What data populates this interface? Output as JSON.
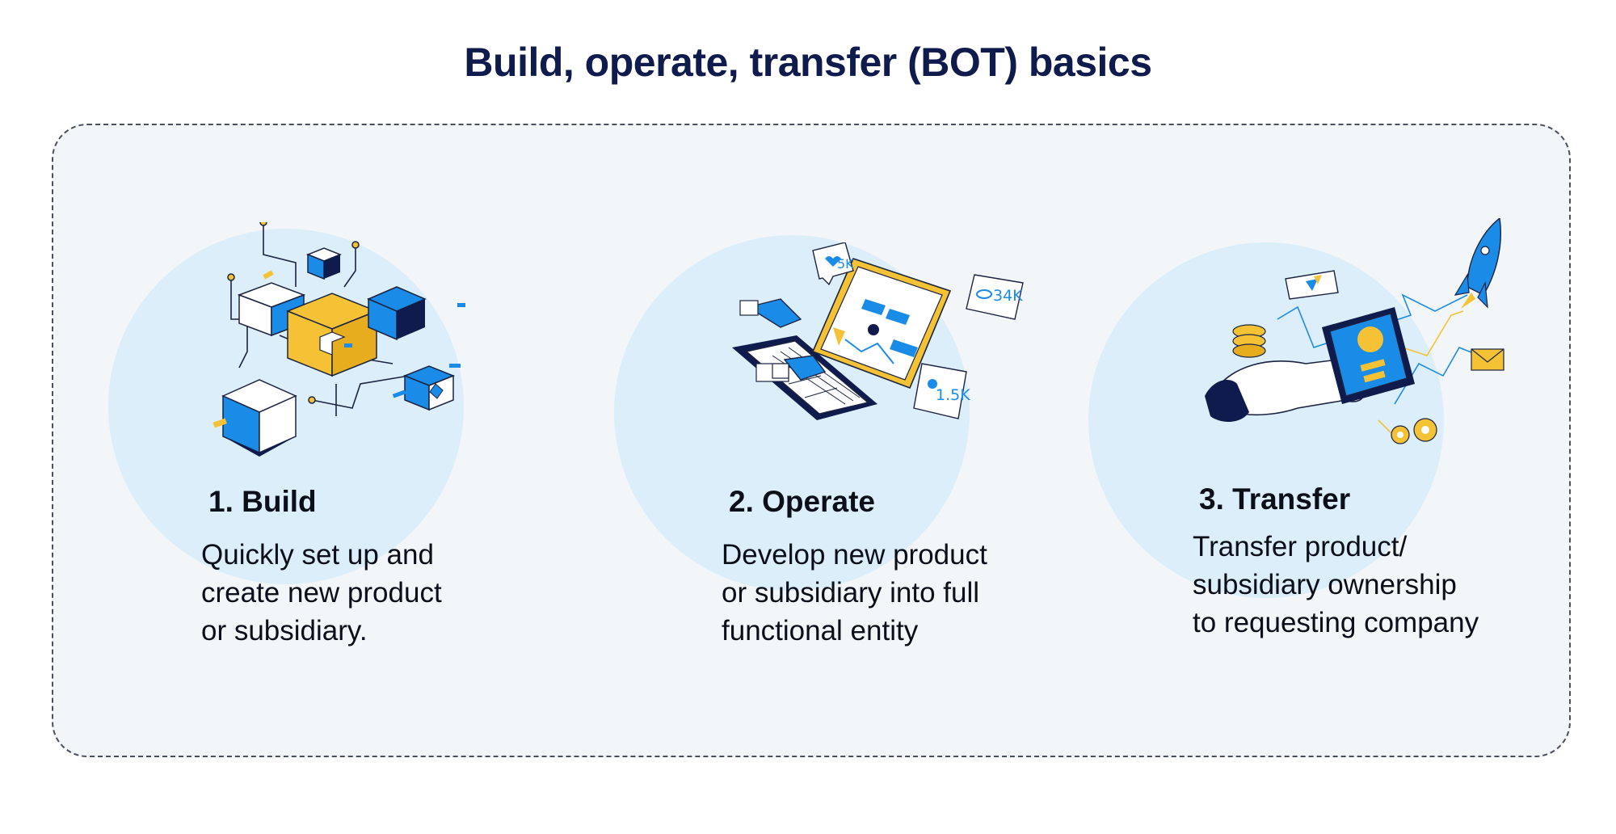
{
  "title": "Build, operate, transfer (BOT) basics",
  "colors": {
    "navy": "#0f1b4c",
    "blue": "#1a8ce8",
    "yellow": "#f4c234",
    "circle": "#dbeef9",
    "panel": "#f2f6f8"
  },
  "steps": [
    {
      "number": "1.",
      "name": "Build",
      "title": "1. Build",
      "lines": [
        "Quickly set up and",
        "create new product",
        "or subsidiary."
      ],
      "icon": "building-blocks-icon"
    },
    {
      "number": "2.",
      "name": "Operate",
      "title": "2. Operate",
      "lines": [
        "Develop new product",
        "or subsidiary into full",
        "functional entity"
      ],
      "icon": "laptop-analytics-icon",
      "badges": [
        "5K",
        "34K",
        "1.5K"
      ]
    },
    {
      "number": "3.",
      "name": "Transfer",
      "title": "3. Transfer",
      "lines": [
        "Transfer product/",
        "subsidiary ownership",
        "to requesting company"
      ],
      "icon": "hand-phone-rocket-icon"
    }
  ]
}
